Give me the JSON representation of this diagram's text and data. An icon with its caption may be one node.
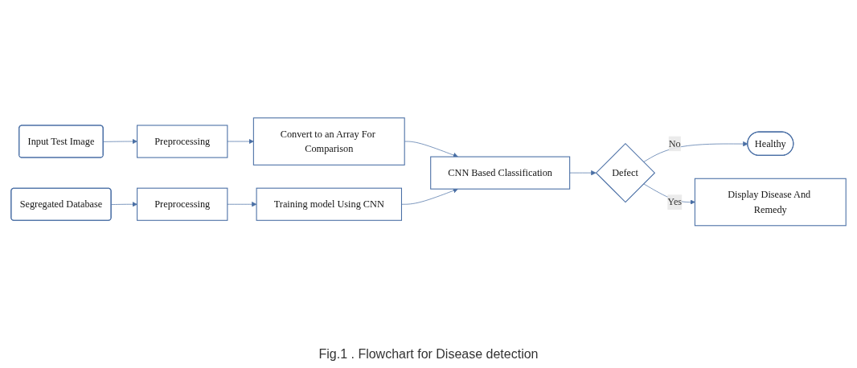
{
  "diagram": {
    "caption": "Fig.1 . Flowchart for Disease detection",
    "nodes": [
      {
        "text": [
          "Input Test Image"
        ]
      },
      {
        "text": [
          "Preprocessing"
        ]
      },
      {
        "text": [
          "Convert to an Array For Comparison"
        ]
      },
      {
        "text": [
          "Segregated Database"
        ]
      },
      {
        "text": [
          "Preprocessing"
        ]
      },
      {
        "text": [
          "Training model Using CNN"
        ]
      },
      {
        "text": [
          "CNN Based Classification"
        ]
      },
      {
        "text": [
          "Healthy"
        ]
      },
      {
        "text": [
          "Defect"
        ]
      },
      {
        "text": [
          "Display Disease And Remedy"
        ]
      }
    ],
    "edges": [
      {
        "from": 0,
        "to": 1,
        "arrow": "to"
      },
      {
        "from": 1,
        "to": 2,
        "arrow": "to"
      },
      {
        "from": 2,
        "to": 6,
        "arrow": "to"
      },
      {
        "from": 3,
        "to": 4,
        "arrow": "to"
      },
      {
        "from": 4,
        "to": 5,
        "arrow": "to"
      },
      {
        "from": 5,
        "to": 6,
        "arrow": "to"
      },
      {
        "from": 6,
        "to": 8,
        "arrow": "to"
      },
      {
        "from": 8,
        "to": 7,
        "label": "No",
        "arrow": "to"
      },
      {
        "from": 8,
        "to": 9,
        "label": "Yes",
        "arrow": "to"
      }
    ]
  }
}
